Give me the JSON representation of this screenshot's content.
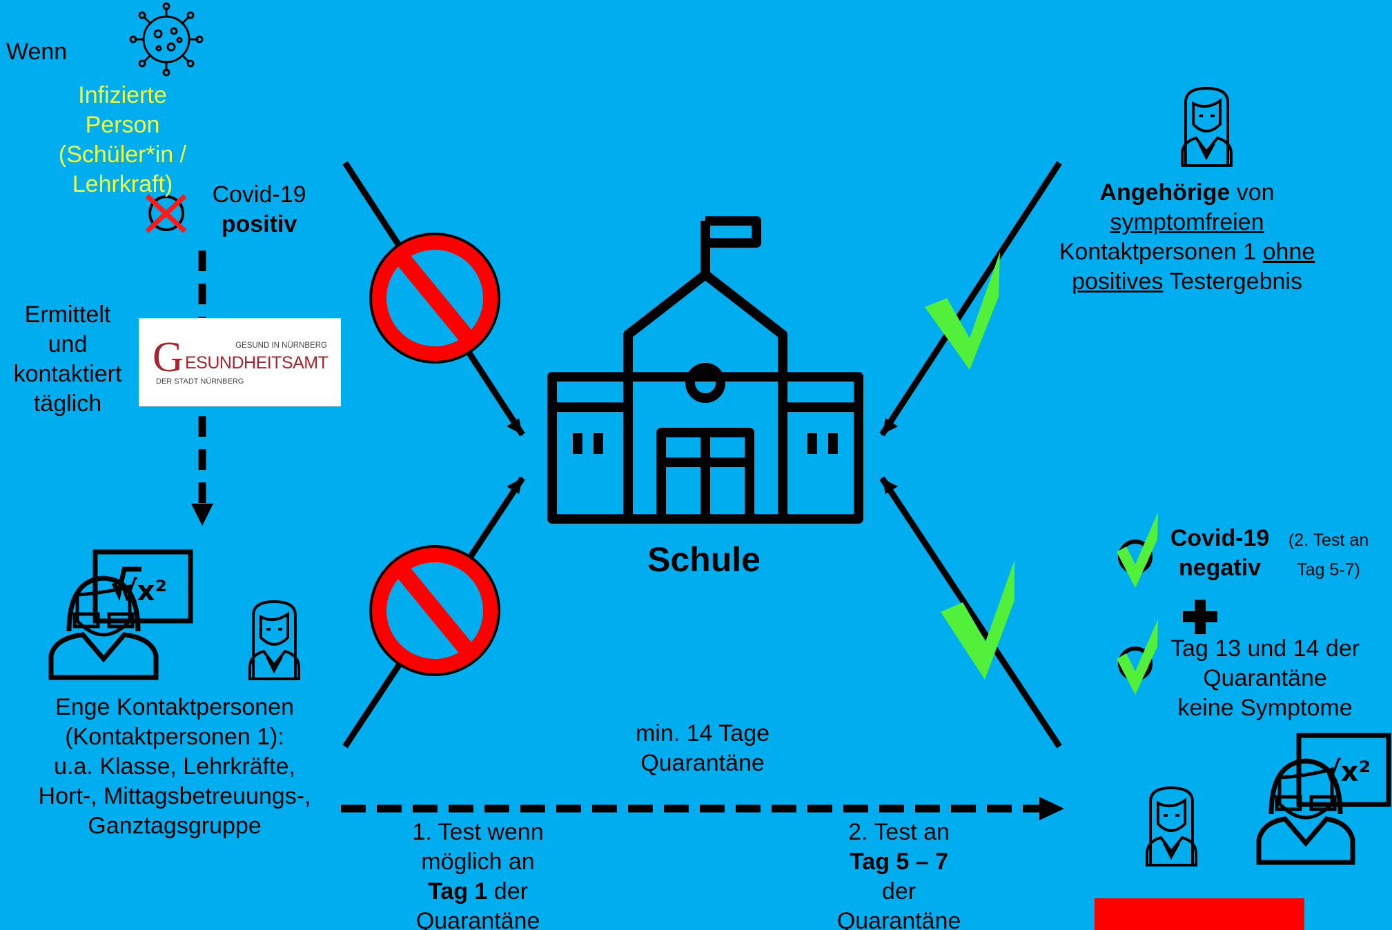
{
  "left": {
    "wenn": "Wenn",
    "infected": [
      "Infizierte",
      "Person",
      "(Schüler*in /",
      "Lehrkraft)"
    ],
    "covid": "Covid-19",
    "positiv": "positiv",
    "ermittelt": [
      "Ermittelt",
      "und",
      "kontaktiert",
      "täglich"
    ],
    "contacts": [
      "Enge Kontaktpersonen",
      "(Kontaktpersonen 1):",
      "u.a. Klasse, Lehrkräfte,",
      "Hort-, Mittagsbetreuungs-,",
      "Ganztagsgruppe"
    ]
  },
  "logo": {
    "tagline": "GESUND IN NÜRNBERG",
    "name_rest": "ESUNDHEITSAMT",
    "subline": "DER STADT NÜRNBERG"
  },
  "center": {
    "schule": "Schule",
    "quarantine": [
      "min. 14 Tage",
      "Quarantäne"
    ]
  },
  "bottom": {
    "test1": [
      "1. Test wenn",
      "möglich an",
      "Tag 1",
      " der",
      "Quarantäne"
    ],
    "test2": [
      "2. Test an",
      "Tag 5 – 7",
      "der",
      "Quarantäne"
    ]
  },
  "right": {
    "relatives": [
      "Angehörige",
      " von",
      "symptomfreien",
      "Kontaktpersonen 1 ",
      "ohne",
      "positives",
      " Testergebnis"
    ],
    "negative": [
      "Covid-19",
      "negativ"
    ],
    "negative_note": [
      "(2. Test an",
      "Tag 5-7)"
    ],
    "no_symptoms": [
      "Tag 13 und 14 der",
      "Quarantäne",
      "keine Symptome"
    ]
  },
  "colors": {
    "background": "#00aeef",
    "highlight_text": "#f4ff3a",
    "prohibition": "#ff0000",
    "check": "#52f03a",
    "logo_red": "#a8252e"
  },
  "icons": [
    "virus-icon",
    "crossed-virus-icon",
    "school-icon",
    "prohibited-icon",
    "checkmark-icon",
    "woman-icon",
    "teacher-icon",
    "check-circle-icon",
    "plus-icon"
  ]
}
